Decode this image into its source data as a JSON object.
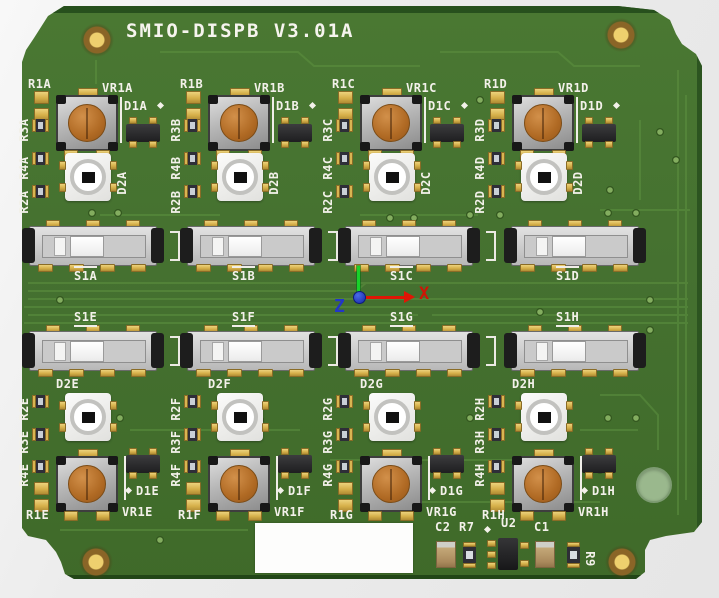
{
  "board": {
    "title": "SMIO-DISPB V3.01A",
    "color": "#45712e",
    "trace_color": "#5d9140",
    "silkscreen_color": "#f3f1ea",
    "pad_color": "#d6b04a"
  },
  "axis": {
    "x": "X",
    "z": "Z",
    "x_color": "#cf1505",
    "z_color": "#2336c8",
    "y_arrow_color": "#19d22a"
  },
  "groups_top": [
    {
      "id": "A",
      "r1": "R1A",
      "vr1": "VR1A",
      "d1": "D1A",
      "d2": "D2A",
      "resistors": [
        "R3A",
        "R4A",
        "R2A"
      ]
    },
    {
      "id": "B",
      "r1": "R1B",
      "vr1": "VR1B",
      "d1": "D1B",
      "d2": "D2B",
      "resistors": [
        "R3B",
        "R4B",
        "R2B"
      ]
    },
    {
      "id": "C",
      "r1": "R1C",
      "vr1": "VR1C",
      "d1": "D1C",
      "d2": "D2C",
      "resistors": [
        "R3C",
        "R4C",
        "R2C"
      ]
    },
    {
      "id": "D",
      "r1": "R1D",
      "vr1": "VR1D",
      "d1": "D1D",
      "d2": "D2D",
      "resistors": [
        "R3D",
        "R4D",
        "R2D"
      ]
    }
  ],
  "groups_bottom": [
    {
      "id": "E",
      "r1": "R1E",
      "vr1": "VR1E",
      "d1": "D1E",
      "d2": "D2E",
      "resistors": [
        "R2E",
        "R3E",
        "R4E"
      ]
    },
    {
      "id": "F",
      "r1": "R1F",
      "vr1": "VR1F",
      "d1": "D1F",
      "d2": "D2F",
      "resistors": [
        "R2F",
        "R3F",
        "R4F"
      ]
    },
    {
      "id": "G",
      "r1": "R1G",
      "vr1": "VR1G",
      "d1": "D1G",
      "d2": "D2G",
      "resistors": [
        "R2G",
        "R3G",
        "R4G"
      ]
    },
    {
      "id": "H",
      "r1": "R1H",
      "vr1": "VR1H",
      "d1": "D1H",
      "d2": "D2H",
      "resistors": [
        "R2H",
        "R3H",
        "R4H"
      ]
    }
  ],
  "switches": {
    "row1": [
      "S1A",
      "S1B",
      "S1C",
      "S1D"
    ],
    "row2": [
      "S1E",
      "S1F",
      "S1G",
      "S1H"
    ]
  },
  "power_cluster": {
    "c2": "C2",
    "r7": "R7",
    "u2": "U2",
    "c1": "C1",
    "r9": "R9"
  }
}
